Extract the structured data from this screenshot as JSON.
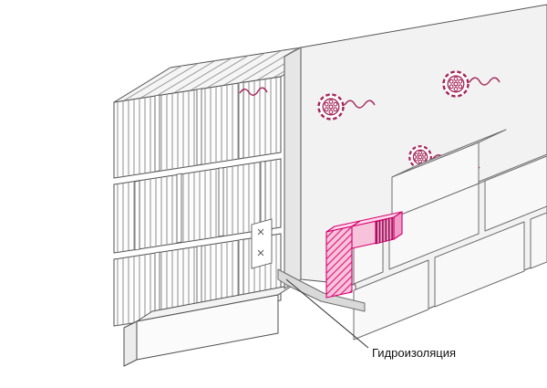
{
  "labels": {
    "waterproofing": "Гидроизоляция"
  },
  "colors": {
    "accent": "#d6006e",
    "accent_fill": "#f7c3db",
    "accent_fill_light": "#fbdcec",
    "accent_fill_dark": "#ef9cc7",
    "anchor": "#a32457",
    "membrane": "#d9d9d9",
    "panel": "#f2f2f2",
    "panel_edge": "#e6e6e6",
    "line": "#4f4f4f"
  },
  "icons": {
    "insulation_anchor": "scalloped-disc-with-holes",
    "tie_wire": "squiggle-line",
    "screw": "x-mark"
  }
}
